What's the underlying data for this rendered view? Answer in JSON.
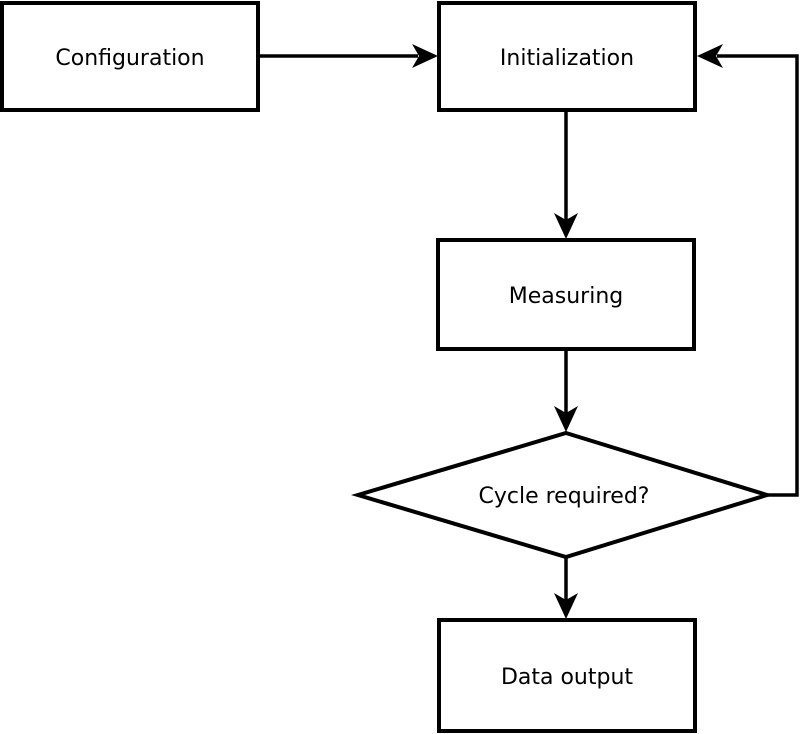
{
  "diagram": {
    "type": "flowchart",
    "colors": {
      "background": "#ffffff",
      "node_fill": "#ffffff",
      "stroke": "#000000",
      "text": "#000000"
    },
    "nodes": {
      "configuration": {
        "label": "Configuration",
        "shape": "rectangle"
      },
      "initialization": {
        "label": "Initialization",
        "shape": "rectangle"
      },
      "measuring": {
        "label": "Measuring",
        "shape": "rectangle"
      },
      "cycle_required": {
        "label": "Cycle required?",
        "shape": "diamond"
      },
      "data_output": {
        "label": "Data output",
        "shape": "rectangle"
      }
    },
    "edges": [
      {
        "from": "configuration",
        "to": "initialization",
        "style": "arrow-right"
      },
      {
        "from": "initialization",
        "to": "measuring",
        "style": "arrow-down"
      },
      {
        "from": "measuring",
        "to": "cycle_required",
        "style": "arrow-down"
      },
      {
        "from": "cycle_required",
        "to": "data_output",
        "style": "arrow-down"
      },
      {
        "from": "cycle_required",
        "to": "initialization",
        "style": "feedback-loop-right"
      }
    ]
  }
}
